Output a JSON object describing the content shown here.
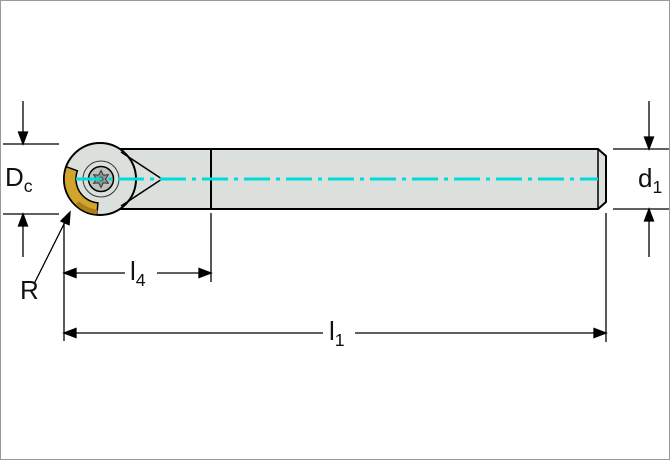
{
  "diagram": {
    "labels": {
      "cutting_diameter": {
        "base": "D",
        "sub": "c"
      },
      "shank_diameter": {
        "base": "d",
        "sub": "1"
      },
      "corner_radius": "R",
      "head_length": {
        "base": "l",
        "sub": "4"
      },
      "overall_length": {
        "base": "l",
        "sub": "1"
      }
    },
    "colors": {
      "centerline": "#00dcdc",
      "body_fill": "#dce0dc",
      "insert": "#d2a42e",
      "insert_dark": "#ab7e1c",
      "screw_fill": "#bcc1bc"
    }
  }
}
